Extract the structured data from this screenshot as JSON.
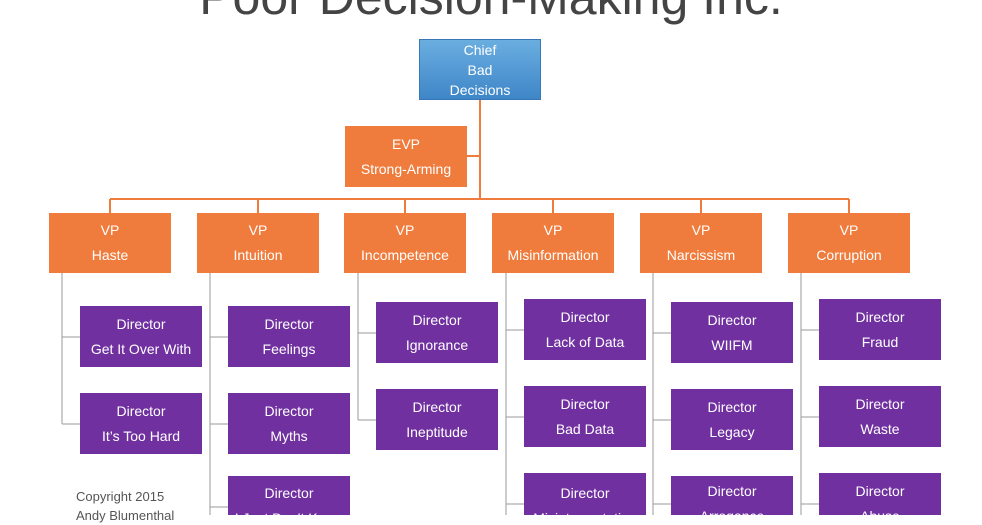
{
  "title": "Poor Decision-Making Inc.",
  "colors": {
    "chief": "#4a90d2",
    "vp": "#ef7c3c",
    "director": "#7030a0",
    "line": "#ef7c3c"
  },
  "chief": {
    "line1": "Chief",
    "line2": "Bad",
    "line3": "Decisions"
  },
  "evp": {
    "line1": "EVP",
    "line2": "Strong-Arming"
  },
  "vps": [
    {
      "label": "VP",
      "area": "Haste"
    },
    {
      "label": "VP",
      "area": "Intuition"
    },
    {
      "label": "VP",
      "area": "Incompetence"
    },
    {
      "label": "VP",
      "area": "Misinformation"
    },
    {
      "label": "VP",
      "area": "Narcissism"
    },
    {
      "label": "VP",
      "area": "Corruption"
    }
  ],
  "directors": [
    [
      {
        "label": "Director",
        "area": "Get It Over With"
      },
      {
        "label": "Director",
        "area": "It’s Too Hard"
      }
    ],
    [
      {
        "label": "Director",
        "area": "Feelings"
      },
      {
        "label": "Director",
        "area": "Myths"
      },
      {
        "label": "Director",
        "area": "I Just Don't Know"
      }
    ],
    [
      {
        "label": "Director",
        "area": "Ignorance"
      },
      {
        "label": "Director",
        "area": "Ineptitude"
      }
    ],
    [
      {
        "label": "Director",
        "area": "Lack of Data"
      },
      {
        "label": "Director",
        "area": "Bad Data"
      },
      {
        "label": "Director",
        "area": "Misinterpretation"
      }
    ],
    [
      {
        "label": "Director",
        "area": "WIIFM"
      },
      {
        "label": "Director",
        "area": "Legacy"
      },
      {
        "label": "Director",
        "area": "Arrogance"
      }
    ],
    [
      {
        "label": "Director",
        "area": "Fraud"
      },
      {
        "label": "Director",
        "area": "Waste"
      },
      {
        "label": "Director",
        "area": "Abuse"
      }
    ]
  ],
  "copyright": {
    "line1": "Copyright 2015",
    "line2": "Andy Blumenthal"
  }
}
